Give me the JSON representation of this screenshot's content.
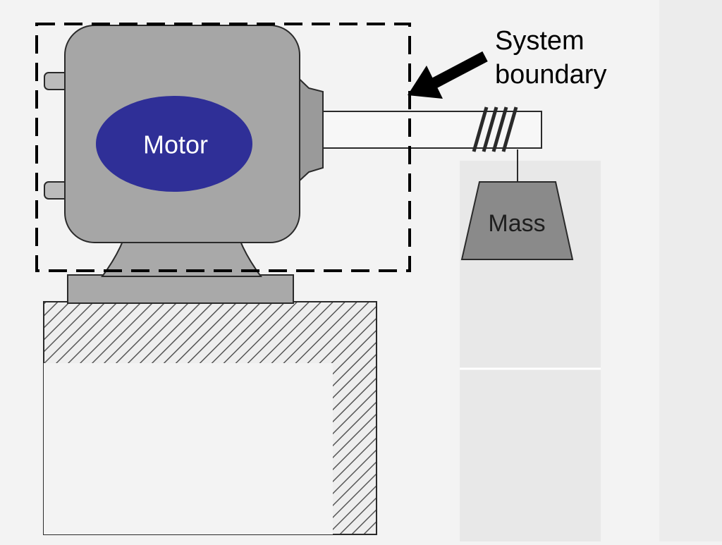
{
  "labels": {
    "motor": "Motor",
    "mass": "Mass",
    "system_line1": "System",
    "system_line2": "boundary"
  },
  "colors": {
    "motor_fill": "#2f2f97",
    "motor_text": "#ffffff",
    "body_gray": "#a6a6a6",
    "mass_gray": "#8a8a8a",
    "outline": "#2a2a2a",
    "boundary": "#000000",
    "background": "#f3f3f3"
  },
  "icons": {
    "arrow": "arrow-pointing-left-icon"
  }
}
